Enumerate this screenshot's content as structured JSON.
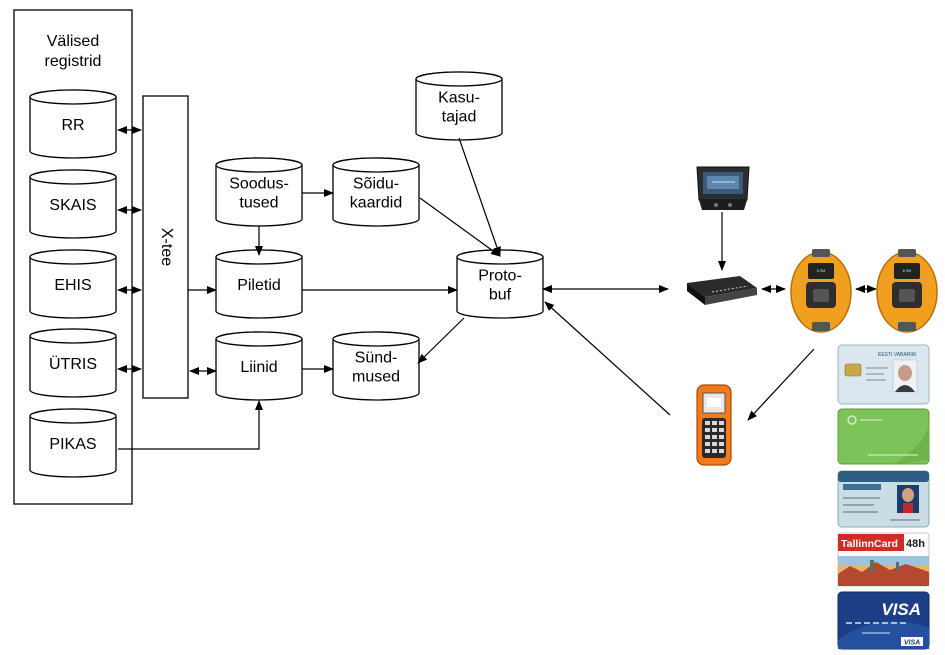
{
  "registers_panel": {
    "title_line1": "Välised",
    "title_line2": "registrid"
  },
  "xtee": {
    "label": "X-tee"
  },
  "databases": {
    "rr": [
      "RR"
    ],
    "skais": [
      "SKAIS"
    ],
    "ehis": [
      "EHIS"
    ],
    "utris": [
      "ÜTRIS"
    ],
    "pikas": [
      "PIKAS"
    ],
    "soodustused": [
      "Soodus-",
      "tused"
    ],
    "soidukaardid": [
      "Sõidu-",
      "kaardid"
    ],
    "kasutajad": [
      "Kasu-",
      "tajad"
    ],
    "piletid": [
      "Piletid"
    ],
    "liinid": [
      "Liinid"
    ],
    "sundmused": [
      "Sünd-",
      "mused"
    ],
    "protobuf": [
      "Proto-",
      "buf"
    ]
  },
  "cards": {
    "id_card_country": "EESTI VABARIIK",
    "tallinn_card_brand": "TallinnCard",
    "tallinn_card_hours": "48h",
    "visa_brand": "VISA"
  },
  "colors": {
    "stroke": "#000000",
    "validator_orange": "#f0a01e",
    "handheld_orange": "#f27a1c",
    "green_card": "#7cc35a",
    "tallinn_red": "#d42a26",
    "visa_blue": "#1c3e86"
  }
}
